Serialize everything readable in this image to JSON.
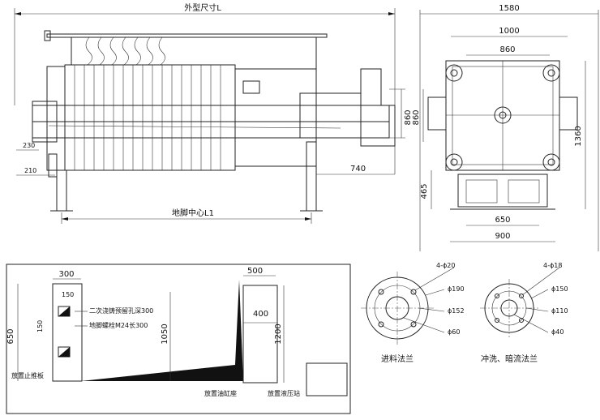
{
  "top": {
    "overall_length": "外型尺寸L",
    "anchor_center": "地脚中心L1",
    "dim_230": "230",
    "dim_210": "210",
    "dim_860_height": "860",
    "dim_740": "740"
  },
  "end_view": {
    "dim_1580": "1580",
    "dim_1000": "1000",
    "dim_860": "860",
    "dim_1360": "1360",
    "dim_465": "465",
    "dim_650": "650",
    "dim_900": "900"
  },
  "foundation": {
    "dim_300": "300",
    "dim_150a": "150",
    "dim_150b": "150",
    "dim_650": "650",
    "note_grout": "二次浇铸预留孔深300",
    "note_bolt": "地脚螺栓M24长300",
    "dim_1050": "1050",
    "dim_500": "500",
    "dim_400": "400",
    "dim_1200": "1200",
    "label_stop_plate": "放置止推板",
    "label_cylinder": "放置油缸座",
    "label_station": "放置液压站"
  },
  "flange_feed": {
    "holes": "4-ϕ20",
    "d1": "ϕ190",
    "d2": "ϕ152",
    "d3": "ϕ60",
    "caption": "进料法兰"
  },
  "flange_wash": {
    "holes": "4-ϕ18",
    "d1": "ϕ150",
    "d2": "ϕ110",
    "d3": "ϕ40",
    "caption": "冲洗、暗流法兰"
  }
}
